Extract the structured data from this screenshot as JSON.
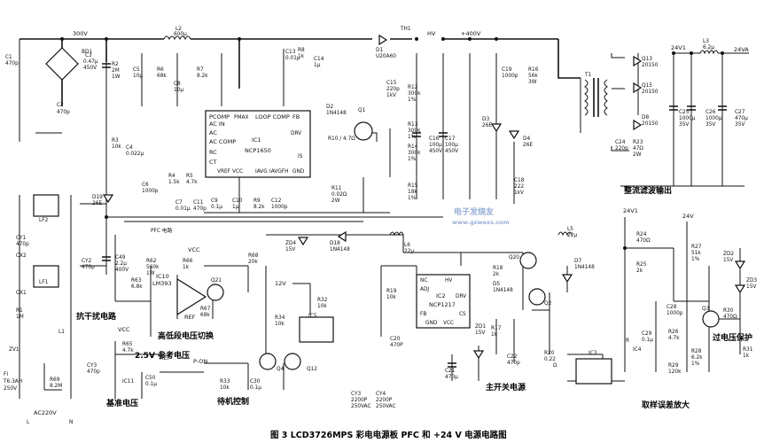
{
  "caption": "图 3 LCD3726MPS 彩电电源板 PFC 和 +24 V 电源电路图",
  "watermark": [
    "电子发烧友",
    "www.gzwexs.com"
  ],
  "sections": {
    "pfc": "PFC 电路",
    "emi": "抗干扰电路",
    "pfc_switch": "高低段电压切换",
    "ref": "基准电压",
    "standby": "待机控制",
    "main_switch": "主开关电源",
    "sampling": "取样误差放大",
    "rectify": "整流滤波输出",
    "ovp": "过电压保护",
    "ref_label": "2.5V 参考电压"
  },
  "rails": {
    "v300": "300V",
    "hv": "HV",
    "v400": "+400V",
    "v24v1": "24V1",
    "v24va": "24VA",
    "v24v": "24V",
    "v12": "12V",
    "vcc": "VCC",
    "ac220": "AC220V",
    "p_on": "P-ON",
    "ref": "REF"
  },
  "ic1": {
    "name": "IC1",
    "part": "NCP1650",
    "pins": [
      "PCOMP",
      "PMAX",
      "LOOP COMP",
      "FB",
      "AC IN",
      "AC",
      "AC COMP",
      "RC",
      "CT",
      "VREF",
      "VCC",
      "IAVG",
      "IAVGFH",
      "GND",
      "IS",
      "DRV"
    ]
  },
  "ic2": {
    "name": "IC2",
    "part": "NCP1217",
    "pins": [
      "NC",
      "ADJ",
      "FB",
      "GND",
      "VCC",
      "DRV",
      "CS",
      "HV"
    ]
  },
  "ic10": {
    "name": "IC10",
    "part": "LM393"
  },
  "labels": [
    "C1",
    "470p",
    "BD1",
    "C2",
    "470p",
    "C3",
    "0.47μ",
    "450V",
    "R2",
    "2M",
    "1W",
    "L2",
    "600μ",
    "C5",
    "10μ",
    "R6",
    "68k",
    "C8",
    "10μ",
    "R7",
    "8.2k",
    "C13",
    "0.01μ",
    "R8",
    "1k",
    "C14",
    "1μ",
    "D1",
    "U20A60",
    "TH1",
    "C15",
    "220p",
    "1kV",
    "R12",
    "300k",
    "1%",
    "R13",
    "300k",
    "1%",
    "R14",
    "300k",
    "1%",
    "R15",
    "18k",
    "1%",
    "C16",
    "100μ",
    "450V",
    "C17",
    "100μ",
    "450V",
    "C19",
    "1000p",
    "R16",
    "56k",
    "3W",
    "D3",
    "26E",
    "D4",
    "26E",
    "C18",
    "222",
    "1kV",
    "T1",
    "Q13",
    "20150",
    "Q15",
    "20150",
    "D8",
    "20150",
    "L3",
    "6.2μ",
    "C25",
    "1000μ",
    "35V",
    "C26",
    "1000μ",
    "35V",
    "C27",
    "470μ",
    "35V",
    "C24",
    "220p",
    "R23",
    "47Ω",
    "2W",
    "R3",
    "10k",
    "C4",
    "0.022μ",
    "C6",
    "1000p",
    "R4",
    "1.5k",
    "R5",
    "4.7k",
    "C7",
    "0.01μ",
    "C11",
    "470p",
    "C9",
    "0.1μ",
    "C10",
    "1μ",
    "R9",
    "8.2k",
    "C12",
    "1000p",
    "R11",
    "0.02Ω",
    "2W",
    "D2",
    "1N4148",
    "R10 / 4.7Ω",
    "Q1",
    "D19",
    "26E",
    "LF2",
    "CY1",
    "470p",
    "CX2",
    "CY2",
    "470p",
    "C49",
    "2.2μ",
    "400V",
    "LF1",
    "CX1",
    "R1",
    "1M",
    "L1",
    "ZV1",
    "FI",
    "T6.3AH",
    "250V",
    "R69",
    "8.2M",
    "CY3",
    "470p",
    "L",
    "N",
    "R63",
    "6.8k",
    "R62",
    "560k",
    "1W",
    "R66",
    "1k",
    "R67",
    "68k",
    "R68",
    "20k",
    "Q21",
    "ZD4",
    "15V",
    "D18",
    "1N4148",
    "L6",
    "22μ",
    "R65",
    "4.7k",
    "C50",
    "0.1μ",
    "IC11",
    "R33",
    "10k",
    "C30",
    "0.1μ",
    "Q4",
    "Q12",
    "R34",
    "10k",
    "R32",
    "10k",
    "IC5",
    "C20",
    "470P",
    "R19",
    "10k",
    "CY3",
    "2200P",
    "250VAC",
    "CY4",
    "2200P",
    "250VAC",
    "R18",
    "2k",
    "Q20",
    "D5",
    "1N4148",
    "R17",
    "1k",
    "Q2",
    "ZD1",
    "15V",
    "C21",
    "470μ",
    "C22",
    "470p",
    "R20",
    "0.22",
    "Ω",
    "L5",
    "22μ",
    "D7",
    "1N4148",
    "IC3",
    "R24",
    "470Ω",
    "R25",
    "2k",
    "C28",
    "1000p",
    "C29",
    "0.1μ",
    "R26",
    "4.7k",
    "R27",
    "51k",
    "1%",
    "R28",
    "6.2k",
    "1%",
    "R29",
    "120k",
    "IC4",
    "R",
    "ZD2",
    "15V",
    "ZD3",
    "15V",
    "Q3",
    "R30",
    "470Ω",
    "R31",
    "1k"
  ]
}
